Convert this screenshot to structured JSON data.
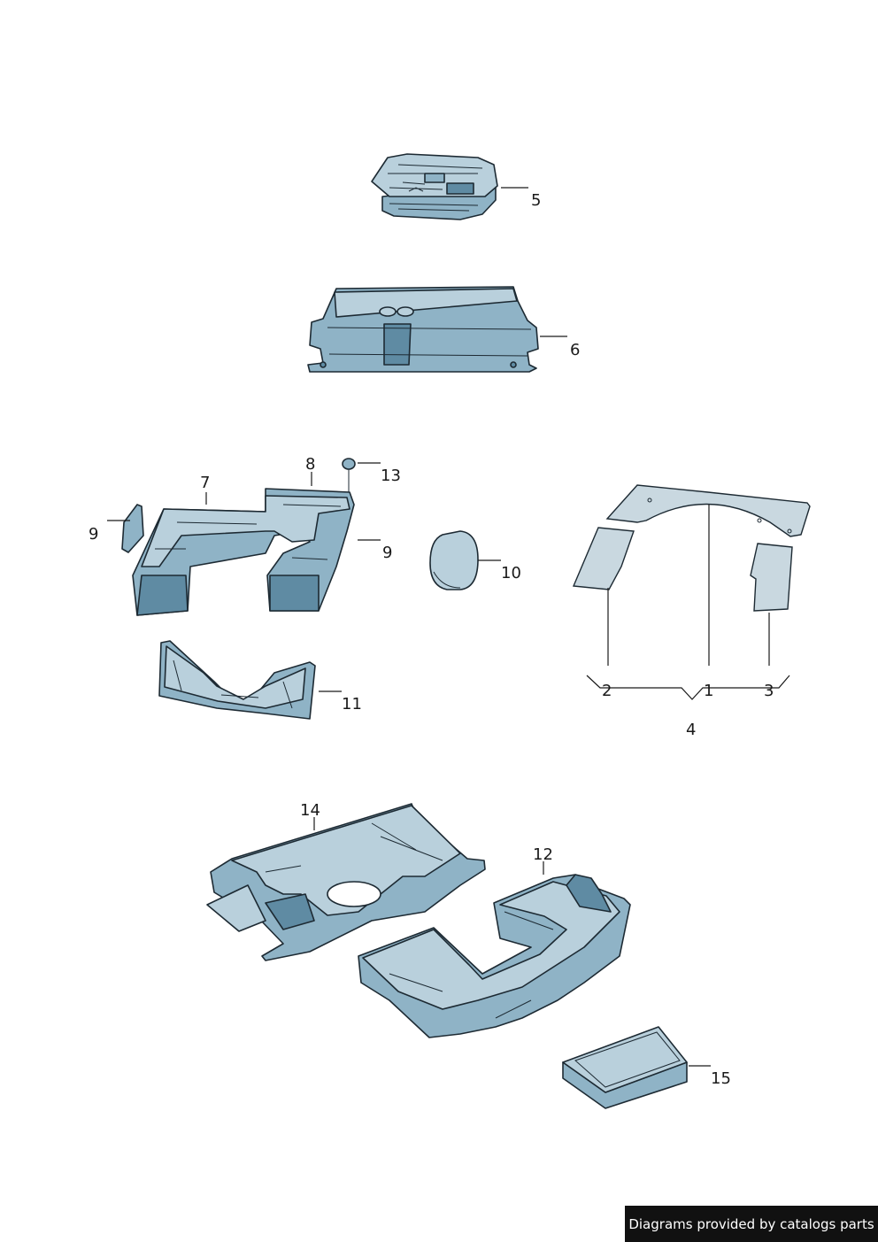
{
  "callouts": {
    "c1": "1",
    "c2": "2",
    "c3": "3",
    "c4": "4",
    "c5": "5",
    "c6": "6",
    "c7": "7",
    "c8": "8",
    "c9a": "9",
    "c9b": "9",
    "c10": "10",
    "c11": "11",
    "c12": "12",
    "c13": "13",
    "c14": "14",
    "c15": "15"
  },
  "footer": {
    "text": "Diagrams provided by catalogs parts"
  },
  "colors": {
    "part_light": "#b9d0dc",
    "part_mid": "#8fb3c6",
    "part_dark": "#5f8ba3",
    "outline": "#1d2a33"
  }
}
